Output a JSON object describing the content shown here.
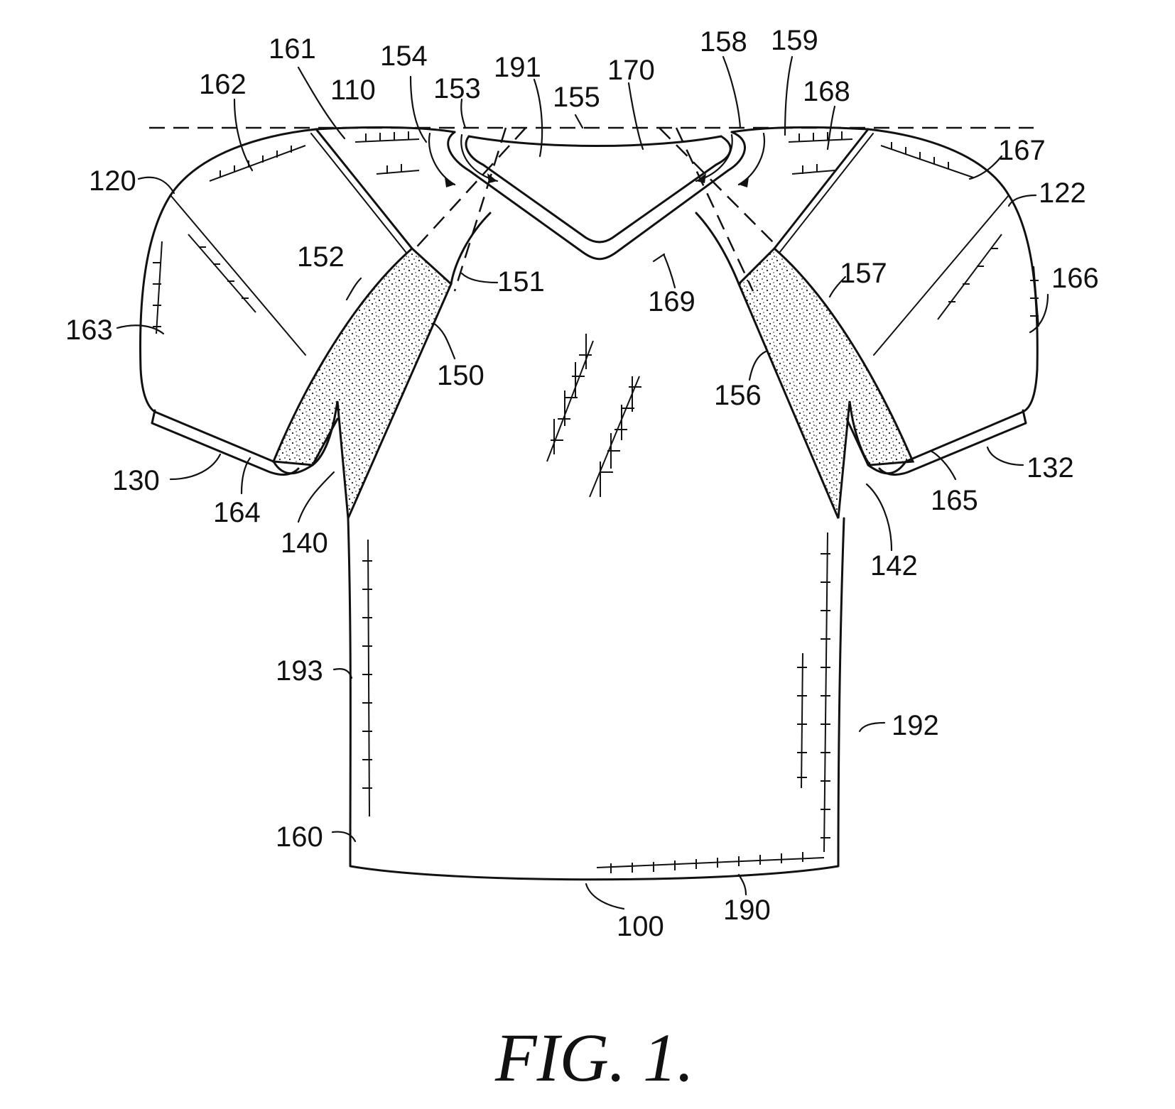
{
  "figure": {
    "caption": "FIG. 1.",
    "colors": {
      "ink": "#111111",
      "paper": "#ffffff"
    },
    "labels": {
      "l100": "100",
      "l110": "110",
      "l120": "120",
      "l122": "122",
      "l130": "130",
      "l132": "132",
      "l140": "140",
      "l142": "142",
      "l150": "150",
      "l151": "151",
      "l152": "152",
      "l153": "153",
      "l154": "154",
      "l155": "155",
      "l156": "156",
      "l157": "157",
      "l158": "158",
      "l159": "159",
      "l160": "160",
      "l161": "161",
      "l162": "162",
      "l163": "163",
      "l164": "164",
      "l165": "165",
      "l166": "166",
      "l167": "167",
      "l168": "168",
      "l169": "169",
      "l170": "170",
      "l190": "190",
      "l191": "191",
      "l192": "192",
      "l193": "193"
    }
  }
}
